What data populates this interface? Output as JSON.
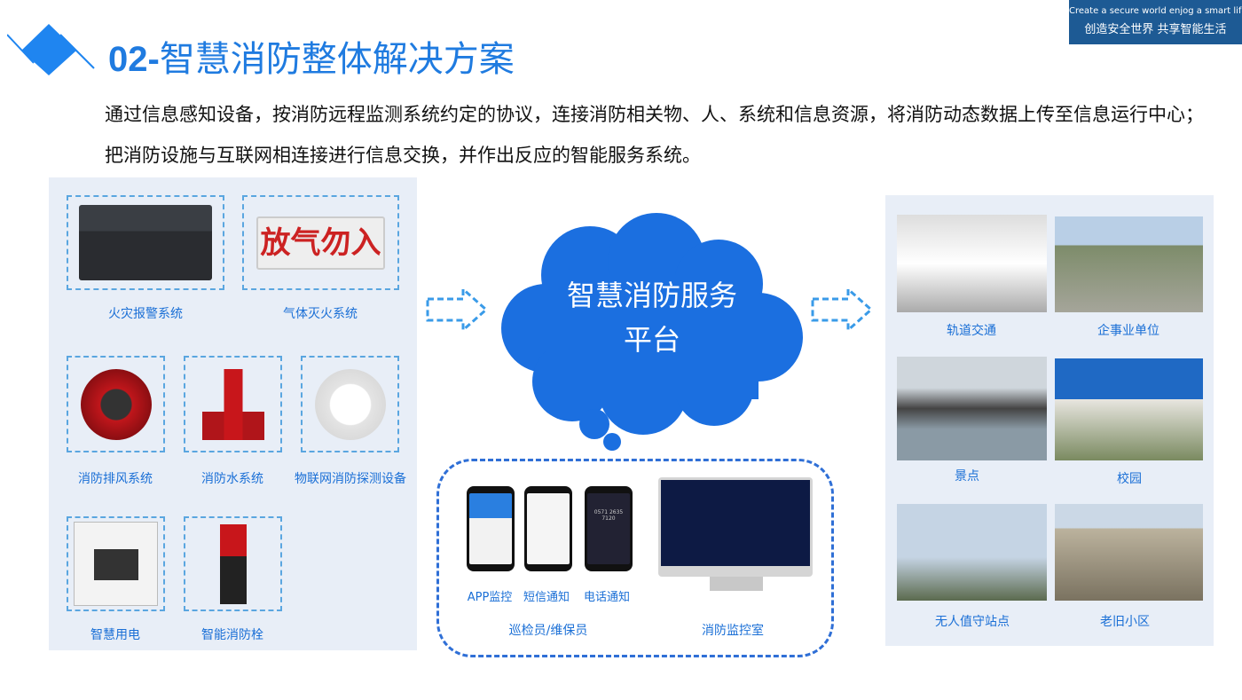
{
  "banner": {
    "en": "Create a secure world  enjog a smart life",
    "cn": "创造安全世界 共享智能生活"
  },
  "header": {
    "number": "02-",
    "title": "智慧消防整体解决方案"
  },
  "description": "通过信息感知设备，按消防远程监测系统约定的协议，连接消防相关物、人、系统和信息资源，将消防动态数据上传至信息运行中心；把消防设施与互联网相连接进行信息交换，并作出反应的智能服务系统。",
  "devices": [
    {
      "label": "火灾报警系统",
      "sign": ""
    },
    {
      "label": "气体灭火系统",
      "sign": "放气勿入"
    },
    {
      "label": "消防排风系统"
    },
    {
      "label": "消防水系统"
    },
    {
      "label": "物联网消防探测设备"
    },
    {
      "label": "智慧用电"
    },
    {
      "label": "智能消防栓"
    }
  ],
  "platform": {
    "title": "智慧消防服务平台",
    "line1": "智慧消防服务",
    "line2": "平台"
  },
  "terminals": {
    "app": "APP监控",
    "sms": "短信通知",
    "call": "电话通知",
    "group": "巡检员/维保员",
    "room": "消防监控室",
    "phone_number": "0571 2635 7120"
  },
  "scenarios": [
    "轨道交通",
    "企事业单位",
    "景点",
    "校园",
    "无人值守站点",
    "老旧小区"
  ],
  "colors": {
    "accent": "#1f7be0",
    "banner": "#1d5a94",
    "panel": "#e8eef7",
    "cloud": "#1b6fe0"
  }
}
